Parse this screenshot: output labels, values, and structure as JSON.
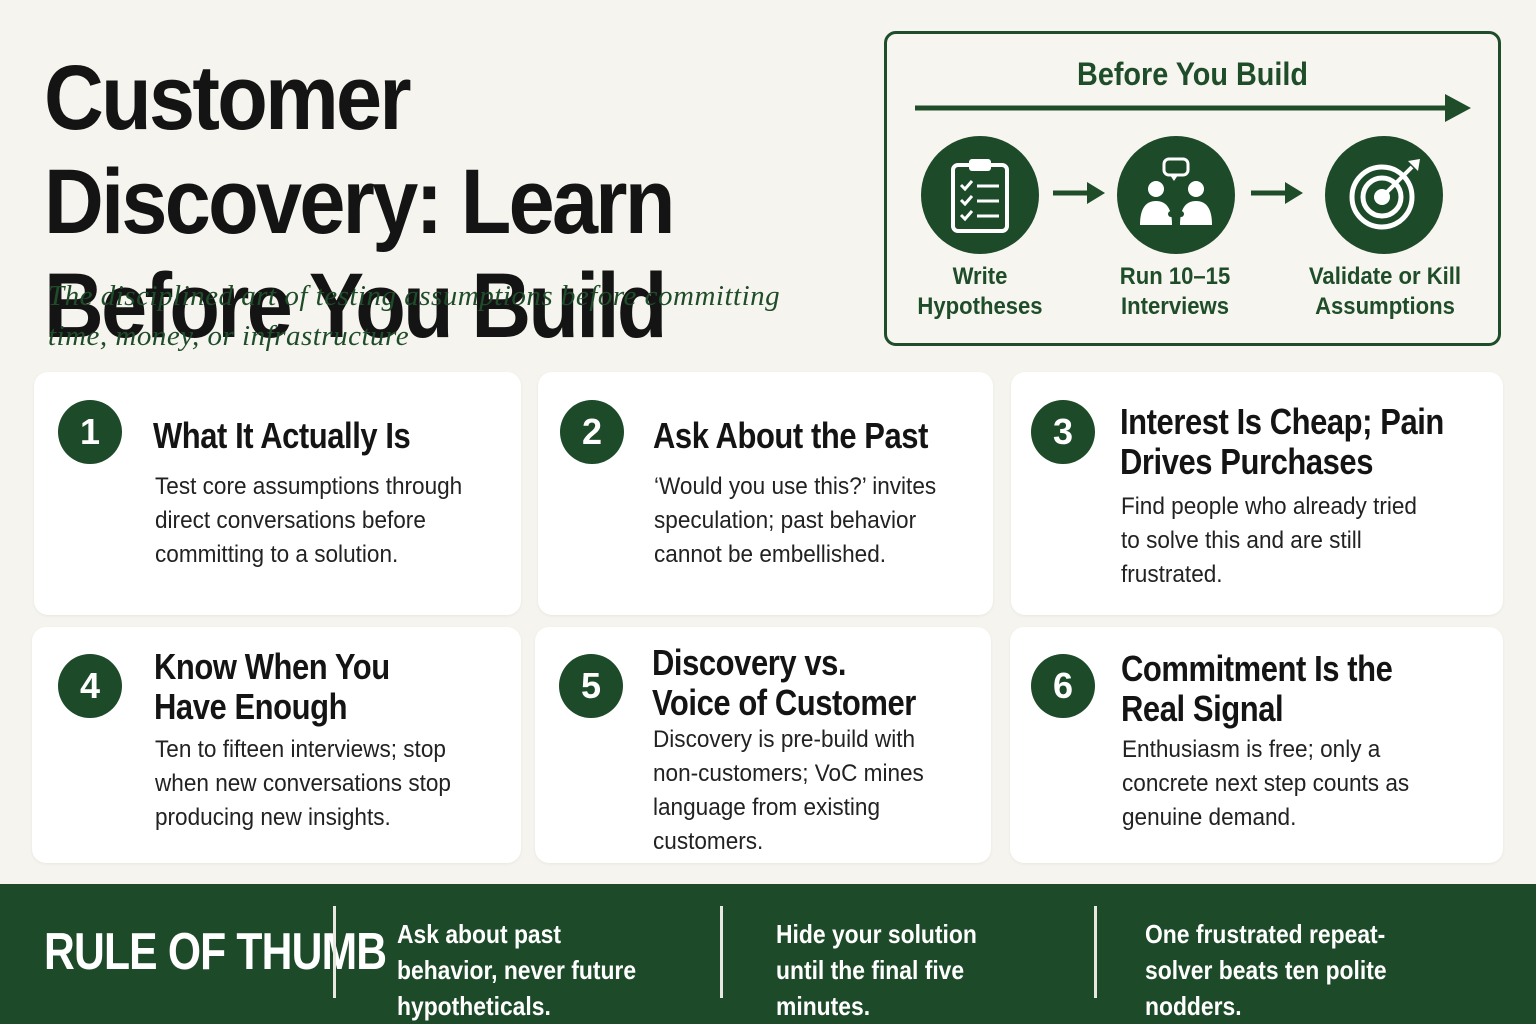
{
  "header": {
    "title": "Customer Discovery: Learn Before You Build",
    "subtitle": "The disciplined art of testing assumptions before committing time, money, or infrastructure"
  },
  "flow": {
    "title": "Before You Build",
    "steps": [
      {
        "label": "Write Hypotheses",
        "icon": "clipboard-checklist-icon"
      },
      {
        "label": "Run 10–15 Interviews",
        "icon": "people-conversation-icon"
      },
      {
        "label": "Validate or Kill Assumptions",
        "icon": "target-arrow-icon"
      }
    ]
  },
  "cards": [
    {
      "number": "1",
      "title": "What It Actually Is",
      "body": "Test core assumptions through direct conversations before committing to a solution."
    },
    {
      "number": "2",
      "title": "Ask About the Past",
      "body": "‘Would you use this?’ invites speculation; past behavior cannot be embellished."
    },
    {
      "number": "3",
      "title": "Interest Is Cheap; Pain Drives Purchases",
      "body": "Find people who already tried to solve this and are still frustrated."
    },
    {
      "number": "4",
      "title": "Know When You Have Enough",
      "body": "Ten to fifteen interviews; stop when new conversations stop producing new insights."
    },
    {
      "number": "5",
      "title": "Discovery vs. Voice of Customer",
      "body": "Discovery is pre-build with non-customers; VoC mines language from existing customers."
    },
    {
      "number": "6",
      "title": "Commitment Is the Real Signal",
      "body": "Enthusiasm is free; only a concrete next step counts as genuine demand."
    }
  ],
  "footer": {
    "label": "RULE OF THUMB",
    "tips": [
      "Ask about past behavior, never future hypotheticals.",
      "Hide your solution until the final five minutes.",
      "One frustrated repeat-solver beats ten polite nodders."
    ]
  },
  "colors": {
    "accent": "#1d4a28",
    "background": "#f6f4ee",
    "card": "#ffffff"
  }
}
